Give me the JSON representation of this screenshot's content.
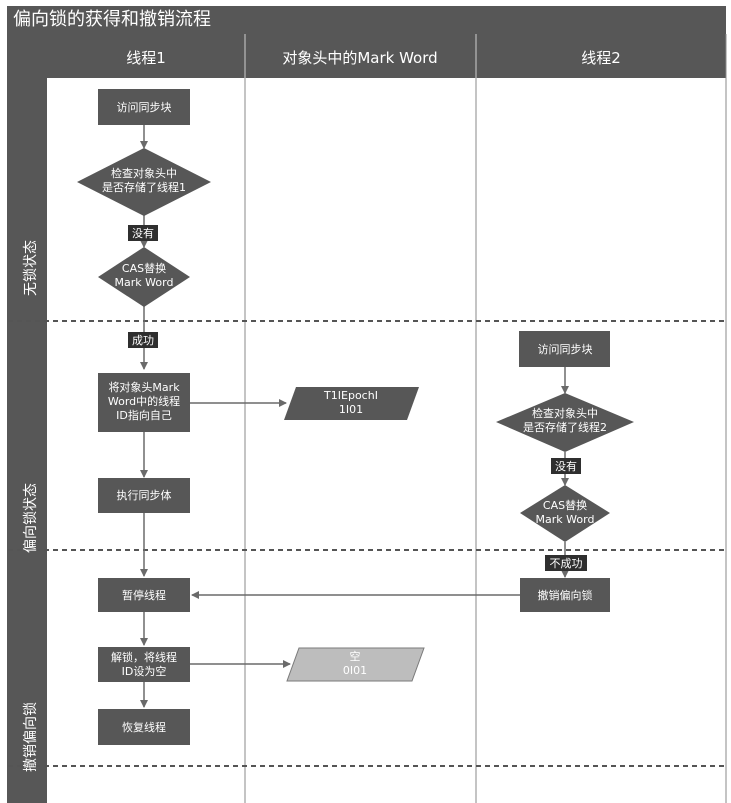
{
  "title": "偏向锁的获得和撤销流程",
  "columns": [
    {
      "label": "线程1"
    },
    {
      "label": "对象头中的Mark Word"
    },
    {
      "label": "线程2"
    }
  ],
  "lanes": [
    {
      "label": "无锁状态"
    },
    {
      "label": "偏向锁状态"
    },
    {
      "label": "撤销偏向锁"
    }
  ],
  "nodes": {
    "t1_access": {
      "lines": [
        "访问同步块"
      ]
    },
    "t1_check": {
      "lines": [
        "检查对象头中",
        "是否存储了线程1"
      ]
    },
    "t1_cas": {
      "lines": [
        "CAS替换",
        "Mark Word"
      ]
    },
    "t1_set_id": {
      "lines": [
        "将对象头Mark",
        "Word中的线程",
        "ID指向自己"
      ]
    },
    "t1_exec": {
      "lines": [
        "执行同步体"
      ]
    },
    "t1_pause": {
      "lines": [
        "暂停线程"
      ]
    },
    "t1_unlock": {
      "lines": [
        "解锁，将线程",
        "ID设为空"
      ]
    },
    "t1_resume": {
      "lines": [
        "恢复线程"
      ]
    },
    "mw_biased": {
      "lines": [
        "T1IEpochI",
        "1I01"
      ]
    },
    "mw_empty": {
      "lines": [
        "空",
        "0I01"
      ]
    },
    "t2_access": {
      "lines": [
        "访问同步块"
      ]
    },
    "t2_check": {
      "lines": [
        "检查对象头中",
        "是否存储了线程2"
      ]
    },
    "t2_cas": {
      "lines": [
        "CAS替换",
        "Mark Word"
      ]
    },
    "t2_revoke": {
      "lines": [
        "撤销偏向锁"
      ]
    }
  },
  "edge_labels": {
    "t1_no": "没有",
    "t1_success": "成功",
    "t2_no": "没有",
    "t2_fail": "不成功"
  }
}
